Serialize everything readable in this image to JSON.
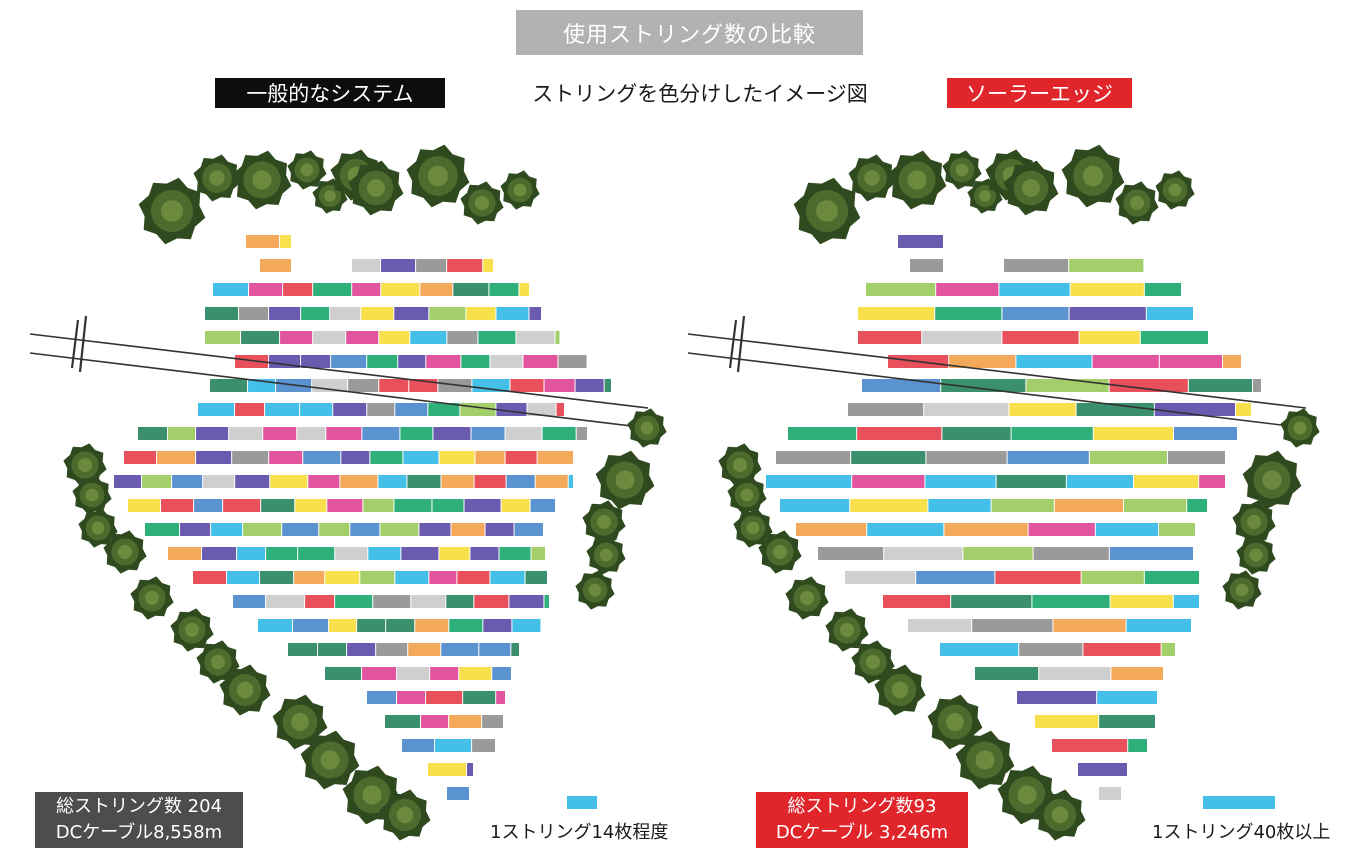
{
  "title": "使用ストリング数の比較",
  "labels": {
    "conventional": "一般的なシステム",
    "center": "ストリングを色分けしたイメージ図",
    "solaredge": "ソーラーエッジ"
  },
  "left_panel": {
    "stat_line1": "総ストリング数 204",
    "stat_line2": "DCケーブル8,558m",
    "legend": "1ストリング14枚程度"
  },
  "right_panel": {
    "stat_line1": "総ストリング数93",
    "stat_line2": "DCケーブル 3,246m",
    "legend": "1ストリング40枚以上"
  },
  "colors": {
    "title_bg": "#b2b2b2",
    "conventional_bg": "#0d0d0d",
    "solaredge_bg": "#e0262b",
    "stat_left_bg": "#4d4d4d",
    "tree_dark": "#2f4a1f",
    "tree_light": "#6b8a3d",
    "string_palette": [
      "#e8505b",
      "#44bfe8",
      "#f7e04b",
      "#3a8f6c",
      "#6a5bb0",
      "#e2559e",
      "#f4a95a",
      "#a3cf6a",
      "#5b93d1",
      "#9a9a9a",
      "#cfcfcf",
      "#2fb07a"
    ]
  },
  "icons": [
    "tree-icon",
    "power-line-icon"
  ]
}
